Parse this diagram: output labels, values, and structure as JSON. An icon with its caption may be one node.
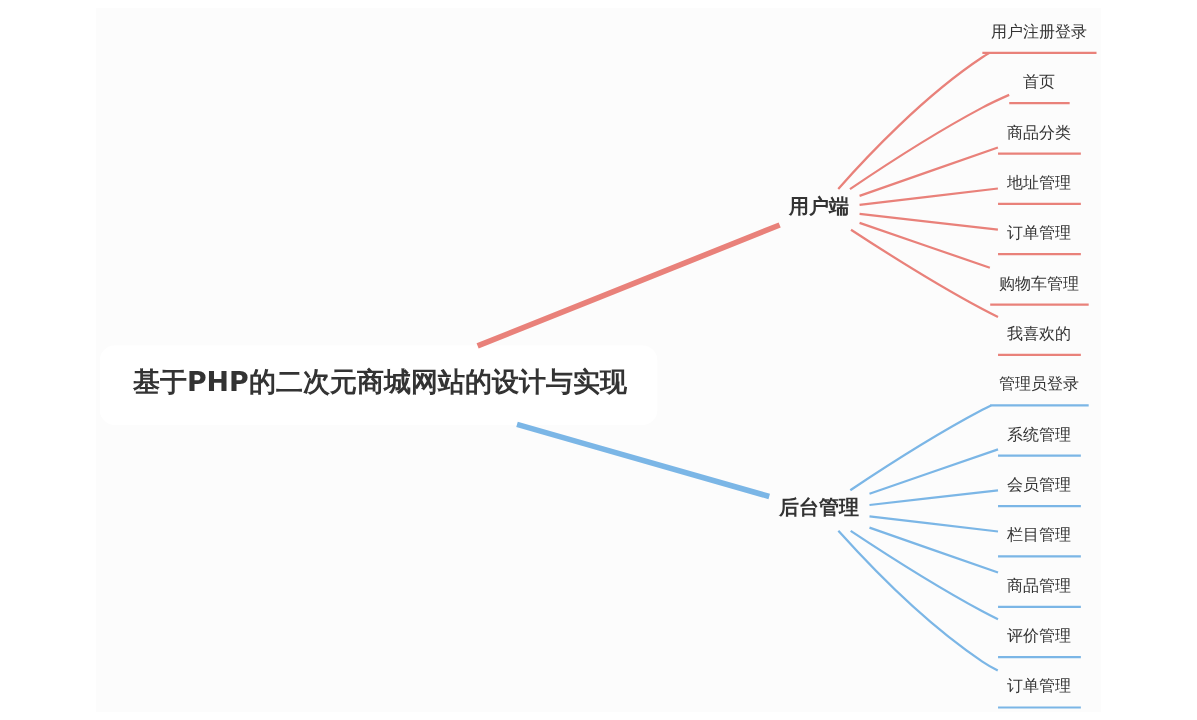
{
  "diagram": {
    "nodes": [
      {
        "text": [
          "基于PHP的二次元商城网站的设计与实现"
        ]
      },
      {
        "text": [
          "用户端"
        ]
      },
      {
        "text": [
          "用户注册登录"
        ]
      },
      {
        "text": [
          "首页"
        ]
      },
      {
        "text": [
          "商品分类"
        ]
      },
      {
        "text": [
          "地址管理"
        ]
      },
      {
        "text": [
          "订单管理"
        ]
      },
      {
        "text": [
          "购物车管理"
        ]
      },
      {
        "text": [
          "我喜欢的"
        ]
      },
      {
        "text": [
          "后台管理"
        ]
      },
      {
        "text": [
          "管理员登录"
        ]
      },
      {
        "text": [
          "系统管理"
        ]
      },
      {
        "text": [
          "会员管理"
        ]
      },
      {
        "text": [
          "栏目管理"
        ]
      },
      {
        "text": [
          "商品管理"
        ]
      },
      {
        "text": [
          "评价管理"
        ]
      },
      {
        "text": [
          "订单管理"
        ]
      }
    ],
    "edges": [
      {
        "from": 0,
        "to": 1,
        "arrow": "none",
        "style": "thick",
        "color": "#e9817a"
      },
      {
        "from": 1,
        "to": 2,
        "arrow": "none",
        "color": "#e9817a"
      },
      {
        "from": 1,
        "to": 3,
        "arrow": "none",
        "color": "#e9817a"
      },
      {
        "from": 1,
        "to": 4,
        "arrow": "none",
        "color": "#e9817a"
      },
      {
        "from": 1,
        "to": 5,
        "arrow": "none",
        "color": "#e9817a"
      },
      {
        "from": 1,
        "to": 6,
        "arrow": "none",
        "color": "#e9817a"
      },
      {
        "from": 1,
        "to": 7,
        "arrow": "none",
        "color": "#e9817a"
      },
      {
        "from": 1,
        "to": 8,
        "arrow": "none",
        "color": "#e9817a"
      },
      {
        "from": 0,
        "to": 9,
        "arrow": "none",
        "style": "thick",
        "color": "#7bb6e6"
      },
      {
        "from": 9,
        "to": 10,
        "arrow": "none",
        "color": "#7bb6e6"
      },
      {
        "from": 9,
        "to": 11,
        "arrow": "none",
        "color": "#7bb6e6"
      },
      {
        "from": 9,
        "to": 12,
        "arrow": "none",
        "color": "#7bb6e6"
      },
      {
        "from": 9,
        "to": 13,
        "arrow": "none",
        "color": "#7bb6e6"
      },
      {
        "from": 9,
        "to": 14,
        "arrow": "none",
        "color": "#7bb6e6"
      },
      {
        "from": 9,
        "to": 15,
        "arrow": "none",
        "color": "#7bb6e6"
      },
      {
        "from": 9,
        "to": 16,
        "arrow": "none",
        "color": "#7bb6e6"
      }
    ]
  }
}
